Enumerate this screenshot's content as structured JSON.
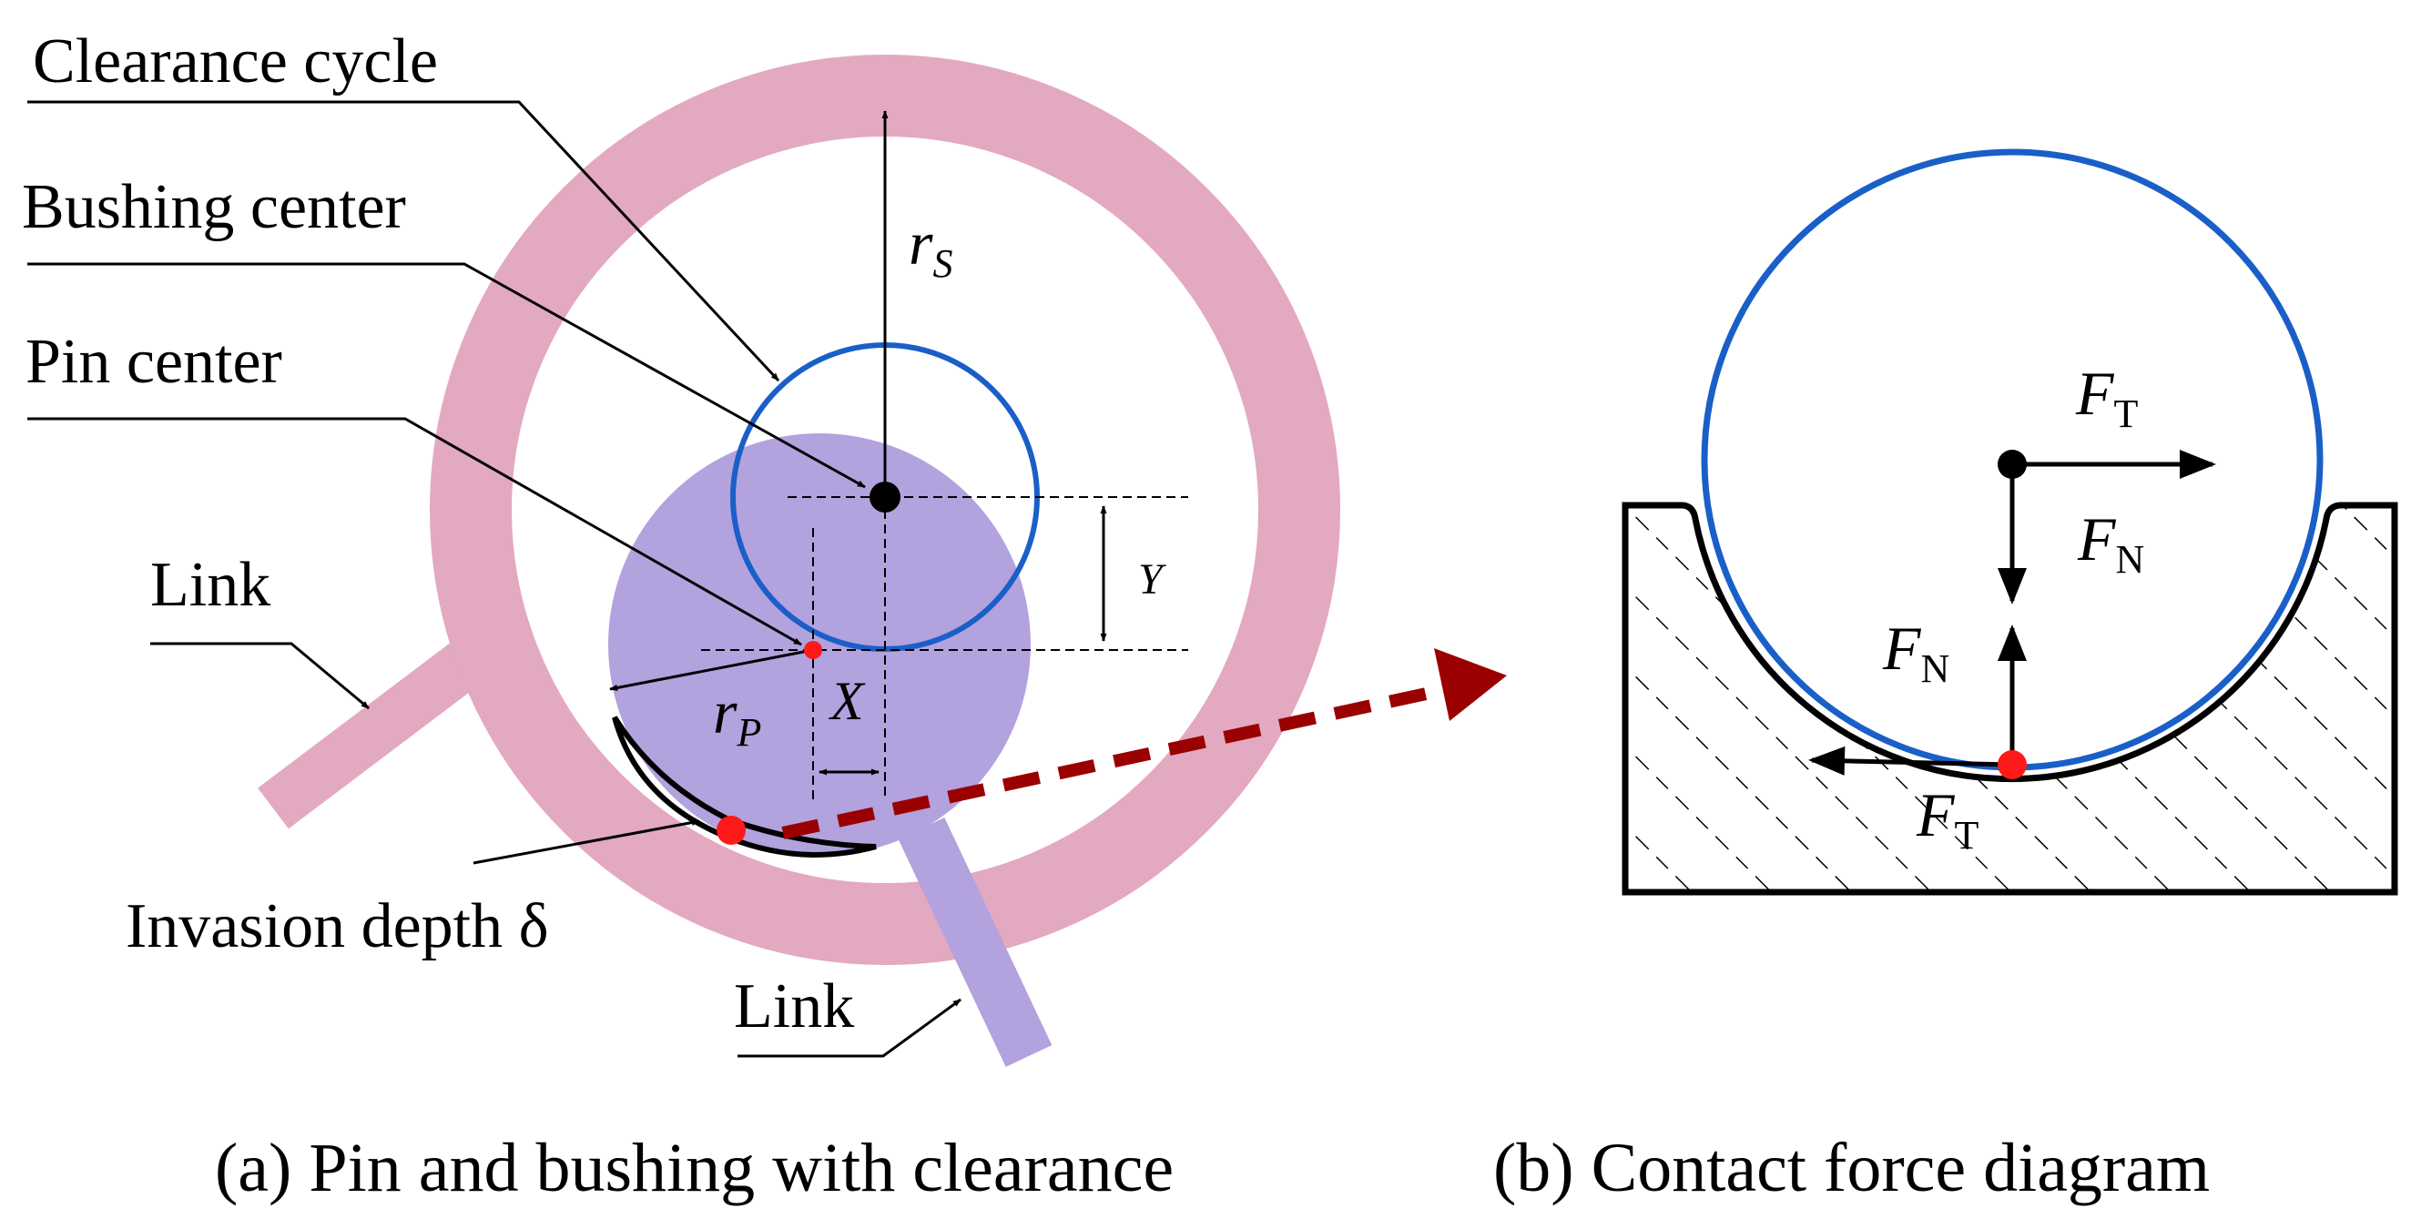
{
  "panel_a": {
    "labels": {
      "clearance_cycle": "Clearance cycle",
      "bushing_center": "Bushing center",
      "pin_center": "Pin center",
      "link_left": "Link",
      "link_bottom": "Link",
      "invasion_depth": "Invasion depth δ"
    },
    "symbols": {
      "r_s": "r",
      "r_s_sub": "S",
      "r_p": "r",
      "r_p_sub": "P",
      "x": "X",
      "y": "Y"
    },
    "caption": "(a) Pin and bushing with clearance"
  },
  "panel_b": {
    "symbols": {
      "f": "F",
      "sub_t": "T",
      "sub_n": "N"
    },
    "caption": "(b) Contact force diagram"
  },
  "colors": {
    "bushing_ring": "#e3a9c1",
    "pin_disc": "#b2a2de",
    "clearance_circle": "#1a5fc8",
    "contact_point": "#ff1a1a",
    "trajectory_arrow": "#9b0000"
  }
}
